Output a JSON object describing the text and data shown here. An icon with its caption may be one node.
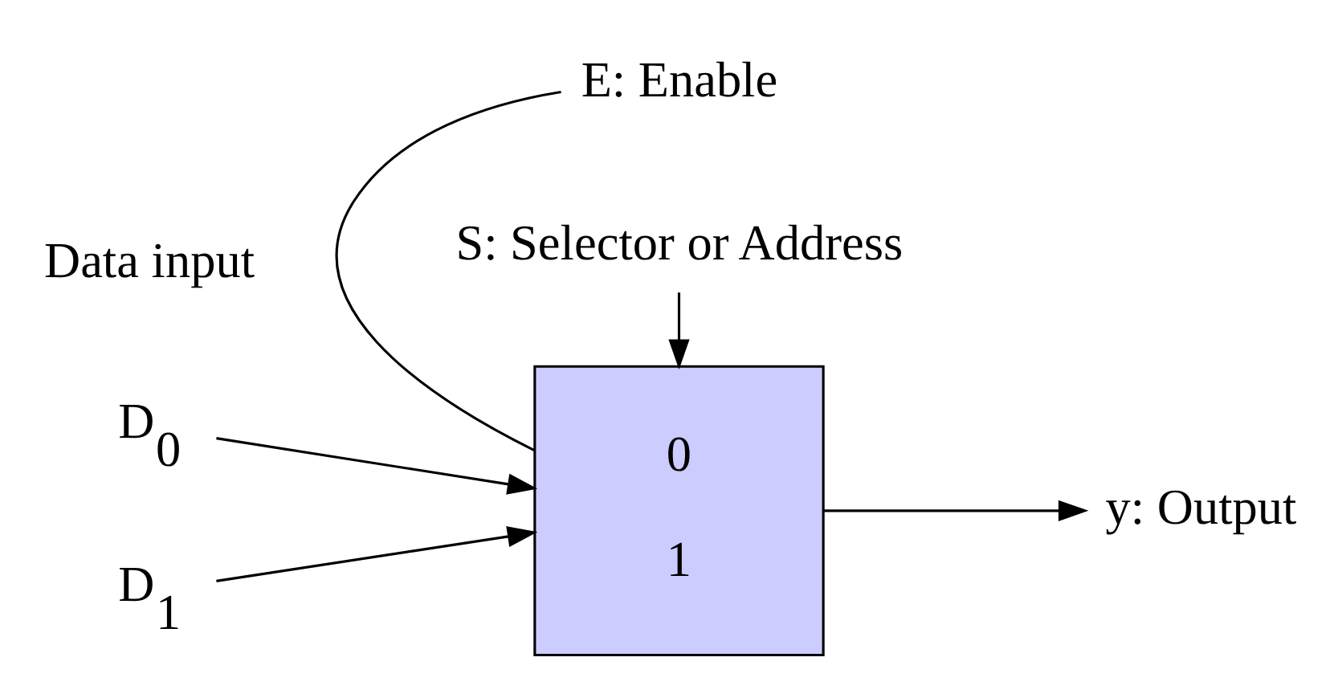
{
  "diagram": {
    "nodes": [
      {
        "text": [
          "E: Enable"
        ]
      },
      {
        "text": [
          "D$_{0}$"
        ]
      },
      {
        "text": [
          "0",
          "1"
        ]
      },
      {
        "text": [
          "y: Output"
        ]
      },
      {
        "text": [
          "D$_{1}$"
        ]
      },
      {
        "text": [
          "S: Selector or Address"
        ]
      }
    ],
    "edges": [
      {
        "from": 0,
        "to": 2,
        "arrow": "none"
      },
      {
        "from": 1,
        "to": 2,
        "arrow": "to"
      },
      {
        "from": 4,
        "to": 2,
        "arrow": "to"
      },
      {
        "from": 2,
        "to": 3,
        "arrow": "to"
      },
      {
        "from": 5,
        "to": 2,
        "arrow": "to"
      }
    ],
    "labels": [
      "Data input"
    ]
  }
}
